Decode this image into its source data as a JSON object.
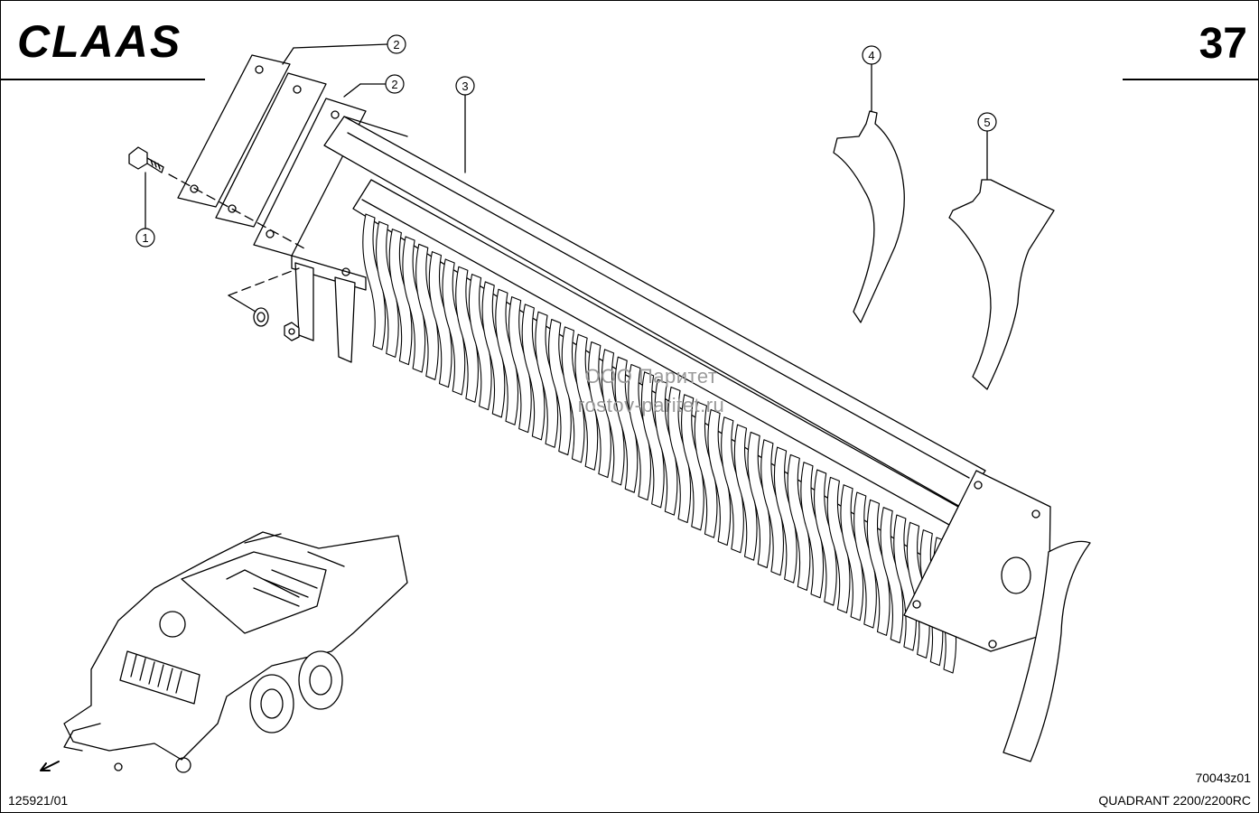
{
  "header": {
    "brand": "CLAAS",
    "page_number": "37"
  },
  "callouts": [
    "1",
    "2",
    "2",
    "3",
    "4",
    "5"
  ],
  "watermark": {
    "line1": "ООО Паритет",
    "line2": "rostov-paritet.ru"
  },
  "footer": {
    "drawing_code": "70043z01",
    "doc_number": "125921/01",
    "model": "QUADRANT 2200/2200RC"
  },
  "colors": {
    "ink": "#000000",
    "paper": "#ffffff",
    "watermark": "#9a9a9a"
  }
}
